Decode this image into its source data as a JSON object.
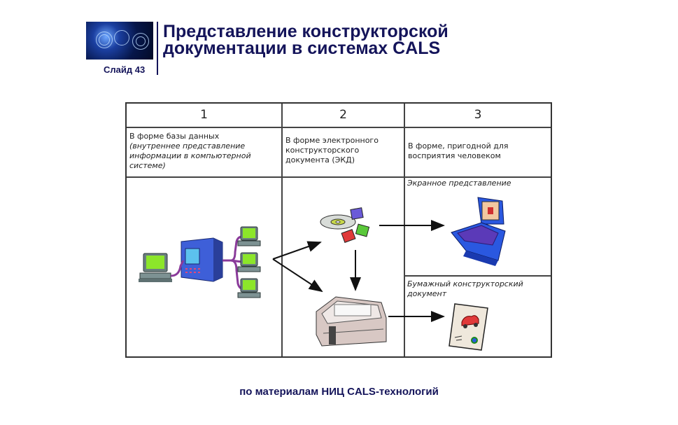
{
  "header": {
    "logo": "world-map-network-image",
    "slide_label": "Слайд 43",
    "title_line1": "Представление конструкторской",
    "title_line2": "документации в системах CALS"
  },
  "table": {
    "columns": [
      {
        "number": "1",
        "heading": "В форме базы данных",
        "subheading_lines": [
          "(внутреннее представление",
          "информации в компьютерной",
          "системе)"
        ]
      },
      {
        "number": "2",
        "heading_lines": [
          "В форме электронного",
          "конструкторского",
          "документа (ЭКД)"
        ]
      },
      {
        "number": "3",
        "heading_lines": [
          "В форме, пригодной для",
          "восприятия человеком"
        ]
      }
    ],
    "col3_sections": [
      {
        "label": "Экранное представление",
        "icon": "laptop-icon"
      },
      {
        "label_lines": [
          "Бумажный конструкторский",
          "документ"
        ],
        "icon": "paper-document-icon"
      }
    ],
    "icons": {
      "col1": [
        "workstation-icon",
        "server-icon",
        "network-cable-icon",
        "client-computer-icon"
      ],
      "col2": [
        "cd-disk-icon",
        "floppy-disks-icon",
        "printer-icon"
      ]
    }
  },
  "footer": {
    "source": "по материалам НИЦ CALS-технологий"
  },
  "colors": {
    "title": "#14145a",
    "border": "#333333",
    "monitor_screen": "#8ce62a",
    "server_blue": "#4a6fe0",
    "cable_purple": "#8a3a9a"
  }
}
